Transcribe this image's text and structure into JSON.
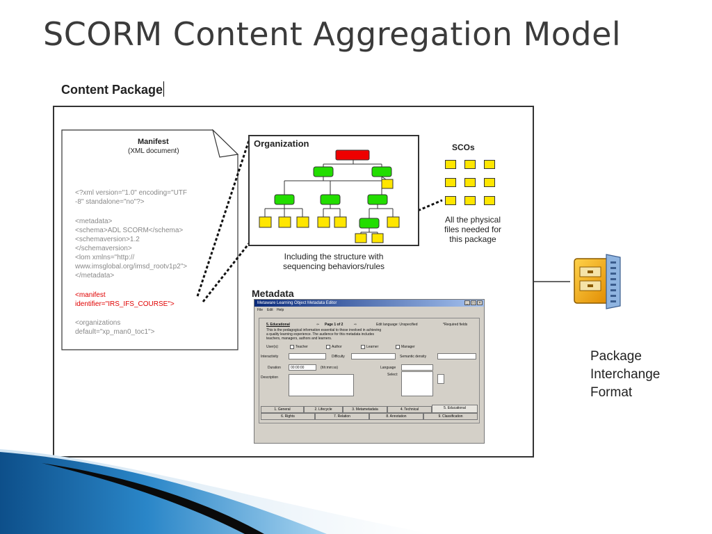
{
  "slide": {
    "title": "SCORM Content Aggregation Model",
    "content_package_label": "Content Package"
  },
  "manifest": {
    "title": "Manifest",
    "subtitle": "(XML document)",
    "lines_gray_1": [
      "<?xml version=\"1.0\" encoding=\"UTF",
      "  -8\" standalone=\"no\"?>"
    ],
    "lines_gray_2": [
      "<metadata>",
      " <schema>ADL SCORM</schema>",
      " <schemaversion>1.2",
      "   </schemaversion>",
      " <lom xmlns=\"http://",
      "  www.imsglobal.org/imsd_rootv1p2\">",
      " </metadata>"
    ],
    "lines_red": [
      "<manifest",
      "  identifier=\"IRS_IFS_COURSE\">"
    ],
    "lines_gray_3": [
      "<organizations",
      "  default=\"xp_man0_toc1\">"
    ]
  },
  "organization": {
    "title": "Organization",
    "caption": [
      "Including the structure with",
      "sequencing behaviors/rules"
    ]
  },
  "scos": {
    "title": "SCOs",
    "caption": [
      "All the physical",
      "files needed for",
      "this package"
    ]
  },
  "metadata": {
    "title": "Metadata",
    "dialog": {
      "title": "Metaware Learning Object Metadata Editor",
      "menu": [
        "File",
        "Edit",
        "Help"
      ],
      "section": "5. Educational",
      "page": "Page 1 of 2",
      "edit_language": "Edit language: Unspecified",
      "required": "*Required fields",
      "description_text": [
        "This is the pedagogical information essential to those involved in achieving",
        "a quality learning experience. The audience for this metadata includes",
        "teachers, managers, authors and learners."
      ],
      "user_label": "User(s):",
      "user_options": [
        "Teacher",
        "Author",
        "Learner",
        "Manager"
      ],
      "interactivity_label": "Interactivity",
      "difficulty_label": "Difficulty",
      "semantic_density_label": "Semantic density",
      "duration_label": "Duration",
      "duration_value": "00:00:00",
      "duration_hint": "(hh:mm:ss)",
      "language_label": "Language",
      "description_label": "Description",
      "selected_label": "Select:",
      "tabs_row1": [
        "1. General",
        "2. Lifecycle",
        "3. Metametadata",
        "4. Technical",
        "5. Educational"
      ],
      "tabs_row2": [
        "6. Rights",
        "7. Relation",
        "8. Annotation",
        "9. Classification"
      ]
    }
  },
  "package": {
    "lines": [
      "Package",
      "Interchange",
      "Format"
    ]
  },
  "colors": {
    "root_node": "#ee0000",
    "child_node": "#22dd00",
    "leaf_node": "#ffe600",
    "accent_blue": "#1a6fb0"
  },
  "icons": {
    "zip": "zip-archive-icon"
  }
}
